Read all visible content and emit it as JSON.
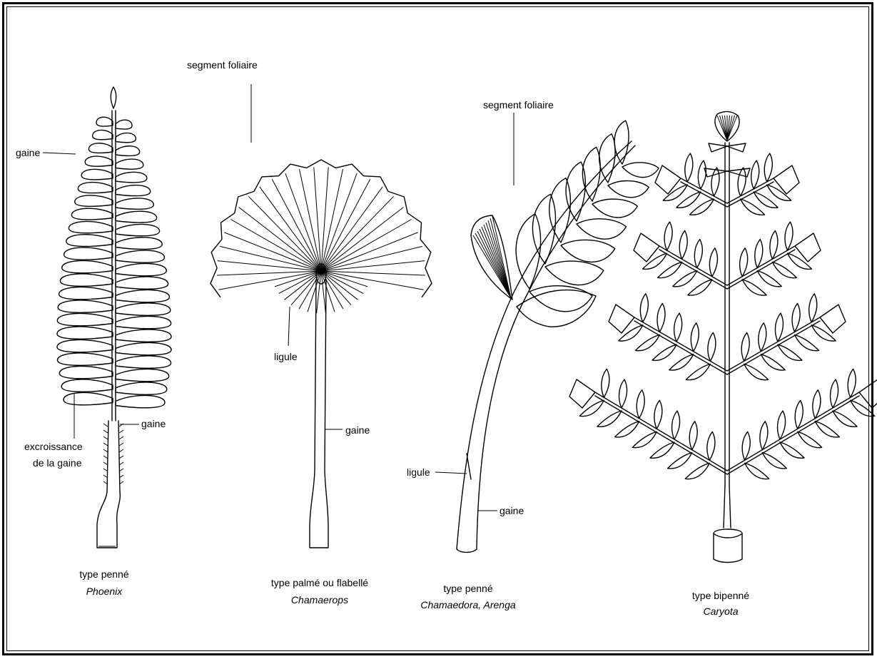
{
  "figures": [
    {
      "id": "phoenix",
      "caption_type": "type penné",
      "caption_genus": "Phoenix",
      "labels": {
        "gaine_top": "gaine",
        "gaine_lower": "gaine",
        "excroissance_1": "excroissance",
        "excroissance_2": "de la gaine"
      }
    },
    {
      "id": "chamaerops",
      "caption_type": "type palmé ou flabellé",
      "caption_genus": "Chamaerops",
      "labels": {
        "segment": "segment foliaire",
        "ligule": "ligule",
        "gaine": "gaine"
      }
    },
    {
      "id": "chamaedora",
      "caption_type": "type penné",
      "caption_genus": "Chamaedora, Arenga",
      "labels": {
        "segment": "segment foliaire",
        "ligule": "ligule",
        "gaine": "gaine"
      }
    },
    {
      "id": "caryota",
      "caption_type": "type bipenné",
      "caption_genus": "Caryota",
      "labels": {}
    }
  ]
}
